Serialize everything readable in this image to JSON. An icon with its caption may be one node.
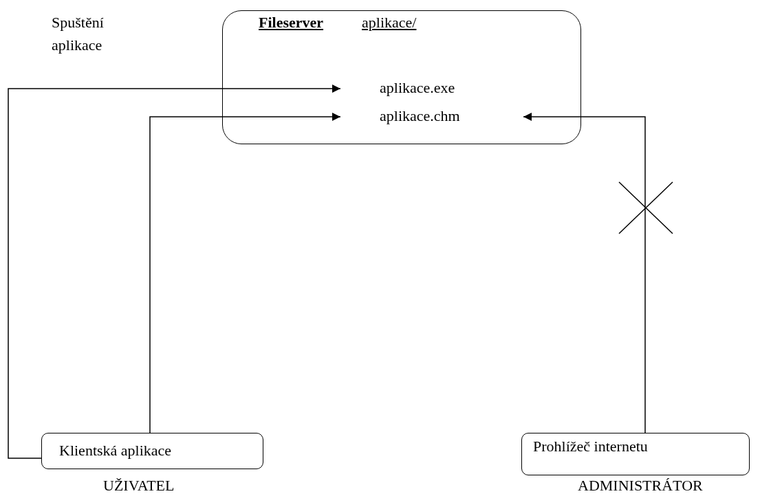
{
  "diagram": {
    "nodes": [
      {
        "text": [
          "Fileserver",
          "aplikace/"
        ]
      },
      {
        "text": [
          "aplikace.exe"
        ],
        "in": 0
      },
      {
        "text": [
          "aplikace.chm"
        ],
        "in": 0
      },
      {
        "text": [
          "Klientská aplikace"
        ],
        "beside": [
          "UŽIVATEL"
        ]
      },
      {
        "text": [
          "Prohlížeč internetu"
        ],
        "beside": [
          "ADMINISTRÁTOR"
        ]
      }
    ],
    "edges": [
      {
        "from": 3,
        "to": 1,
        "arrow": "to",
        "label": "Spuštění aplikace"
      },
      {
        "from": 3,
        "to": 2,
        "arrow": "to"
      },
      {
        "from": 4,
        "to": 2,
        "arrow": "to"
      }
    ]
  }
}
